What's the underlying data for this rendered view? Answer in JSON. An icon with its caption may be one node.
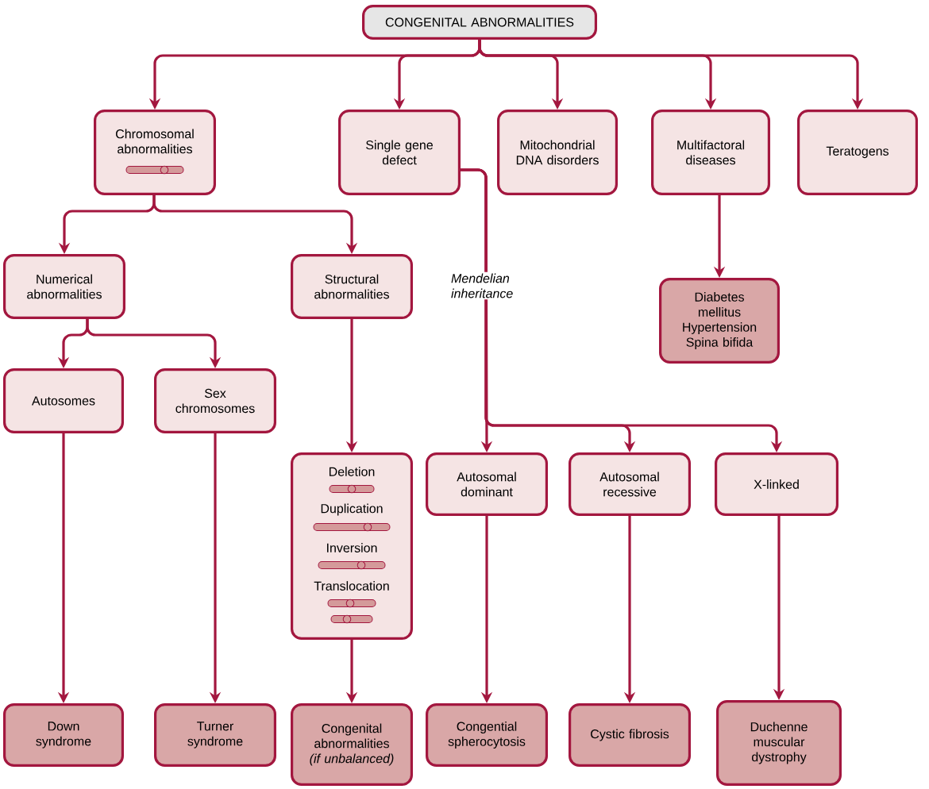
{
  "diagram": {
    "nodes": [
      {
        "text": [
          "CONGENITAL ABNORMALITIES"
        ]
      },
      {
        "text": [
          "Chromosomal abnormalities"
        ]
      },
      {
        "text": [
          "Single gene defect"
        ]
      },
      {
        "text": [
          "Mitochondrial DNA disorders"
        ]
      },
      {
        "text": [
          "Multifactoral diseases"
        ]
      },
      {
        "text": [
          "Teratogens"
        ]
      },
      {
        "text": [
          "Numerical abnormalities"
        ]
      },
      {
        "text": [
          "Structural abnormalities"
        ]
      },
      {
        "text": [
          "Diabetes mellitus Hypertension Spina bifida"
        ]
      },
      {
        "text": [
          "Autosomes"
        ]
      },
      {
        "text": [
          "Sex chromosomes"
        ]
      },
      {
        "text": [
          "Deletion",
          "Duplication",
          "Inversion",
          "Translocation"
        ]
      },
      {
        "text": [
          "Autosomal dominant"
        ]
      },
      {
        "text": [
          "Autosomal recessive"
        ]
      },
      {
        "text": [
          "X-linked"
        ]
      },
      {
        "text": [
          "Down syndrome"
        ]
      },
      {
        "text": [
          "Turner syndrome"
        ]
      },
      {
        "text": [
          "Congenital abnormalities *(if unbalanced)*"
        ]
      },
      {
        "text": [
          "Congential spherocytosis"
        ]
      },
      {
        "text": [
          "Cystic fibrosis"
        ]
      },
      {
        "text": [
          "Duchenne muscular dystrophy"
        ]
      }
    ],
    "edges": [
      {
        "from": 0,
        "to": 1,
        "arrow": "to"
      },
      {
        "from": 0,
        "to": 2,
        "arrow": "to"
      },
      {
        "from": 0,
        "to": 3,
        "arrow": "to"
      },
      {
        "from": 0,
        "to": 4,
        "arrow": "to"
      },
      {
        "from": 0,
        "to": 5,
        "arrow": "to"
      },
      {
        "from": 1,
        "to": 6,
        "arrow": "to"
      },
      {
        "from": 1,
        "to": 7,
        "arrow": "to"
      },
      {
        "from": 4,
        "to": 8,
        "arrow": "to"
      },
      {
        "from": 6,
        "to": 9,
        "arrow": "to"
      },
      {
        "from": 6,
        "to": 10,
        "arrow": "to"
      },
      {
        "from": 7,
        "to": 11,
        "arrow": "to"
      },
      {
        "from": 2,
        "to": 12,
        "arrow": "to",
        "label": "Mendelian inheritance"
      },
      {
        "from": 2,
        "to": 13,
        "arrow": "to"
      },
      {
        "from": 2,
        "to": 14,
        "arrow": "to"
      },
      {
        "from": 9,
        "to": 15,
        "arrow": "to"
      },
      {
        "from": 10,
        "to": 16,
        "arrow": "to"
      },
      {
        "from": 11,
        "to": 17,
        "arrow": "to"
      },
      {
        "from": 12,
        "to": 18,
        "arrow": "to"
      },
      {
        "from": 13,
        "to": 19,
        "arrow": "to"
      },
      {
        "from": 14,
        "to": 20,
        "arrow": "to"
      }
    ]
  }
}
